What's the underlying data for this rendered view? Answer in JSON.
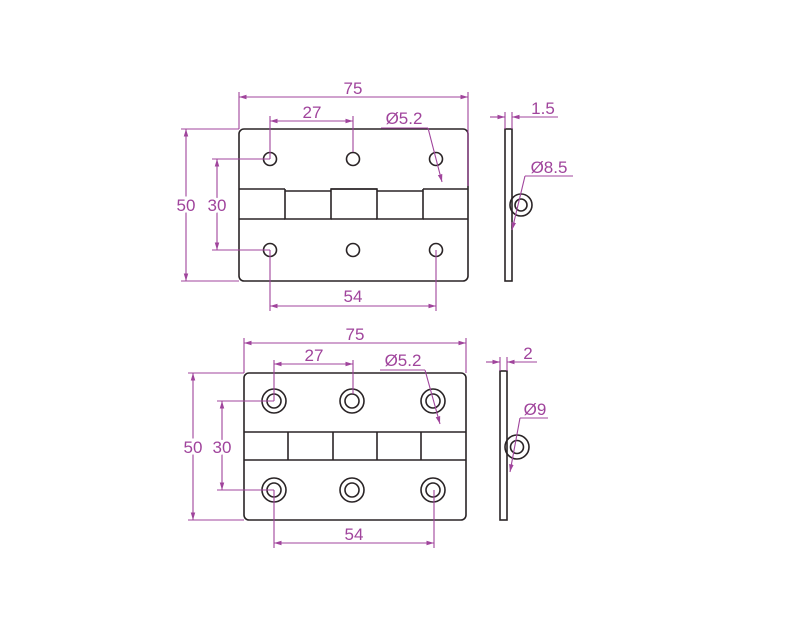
{
  "colors": {
    "dimension": "#a0449c",
    "outline": "#2a2426"
  },
  "hinge_1": {
    "overall_width": "75",
    "hole_pitch": "27",
    "hole_diameter": "Ø5.2",
    "overall_height": "50",
    "hole_row_spacing": "30",
    "outer_hole_spacing": "54",
    "thickness": "1.5",
    "knuckle_diameter": "Ø8.5"
  },
  "hinge_2": {
    "overall_width": "75",
    "hole_pitch": "27",
    "hole_diameter": "Ø5.2",
    "overall_height": "50",
    "hole_row_spacing": "30",
    "outer_hole_spacing": "54",
    "thickness": "2",
    "knuckle_diameter": "Ø9"
  }
}
